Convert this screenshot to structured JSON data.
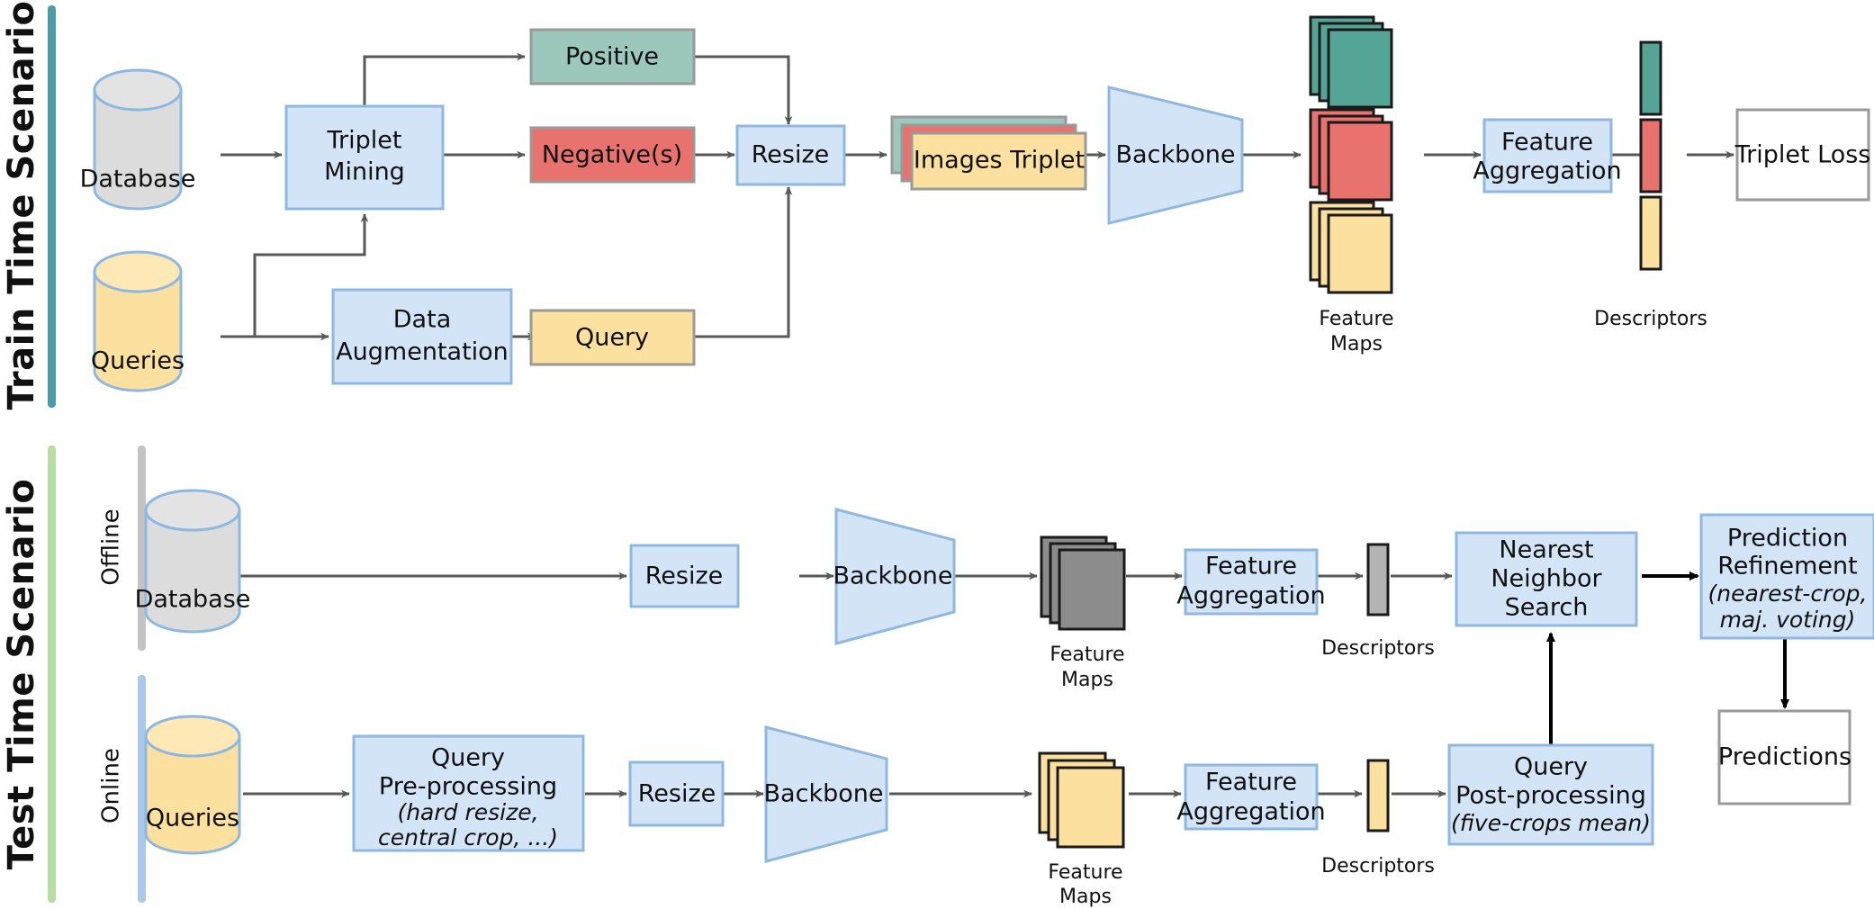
{
  "colors": {
    "blue_fill": "#d4e4f7",
    "blue_stroke": "#8fb8e0",
    "green_fill": "#9cc7bd",
    "green_desc": "#55a596",
    "red_fill": "#e8726e",
    "yellow_fill": "#fbe0a0",
    "yellow_fill_light": "#fde8b6",
    "gray_fill": "#dcdcdc",
    "gray_desc": "#b3b3b3",
    "gray_dark_fm": "#8c8c8c",
    "white_fill": "#ffffff",
    "edge": "#585858",
    "edge_dark": "#000000",
    "side_teal": "#4d9aa8",
    "side_green": "#b5dda5",
    "side_gray": "#c4c4c4",
    "side_blue": "#aac9e8"
  },
  "sections": {
    "train": {
      "title": "Train Time Scenario",
      "accent": "#4d9aa8"
    },
    "test": {
      "title": "Test Time Scenario",
      "accent": "#b5dda5",
      "lanes": [
        {
          "label": "Offline",
          "accent": "#c4c4c4"
        },
        {
          "label": "Online",
          "accent": "#aac9e8"
        }
      ]
    }
  },
  "train_row": {
    "database": "Database",
    "queries": "Queries",
    "triplet_mining": {
      "line1": "Triplet",
      "line2": "Mining"
    },
    "data_augmentation": {
      "line1": "Data",
      "line2": "Augmentation"
    },
    "positive": "Positive",
    "negatives": "Negative(s)",
    "query": "Query",
    "resize": "Resize",
    "images_triplet": "Images Triplet",
    "backbone": "Backbone",
    "feature_maps_caption": {
      "line1": "Feature",
      "line2": "Maps"
    },
    "feature_aggregation": {
      "line1": "Feature",
      "line2": "Aggregation"
    },
    "descriptors_caption": "Descriptors",
    "triplet_loss": "Triplet Loss"
  },
  "test_offline_row": {
    "database": "Database",
    "resize": "Resize",
    "backbone": "Backbone",
    "feature_maps_caption": {
      "line1": "Feature",
      "line2": "Maps"
    },
    "feature_aggregation": {
      "line1": "Feature",
      "line2": "Aggregation"
    },
    "descriptors_caption": "Descriptors",
    "nearest_neighbor_search": {
      "line1": "Nearest",
      "line2": "Neighbor",
      "line3": "Search"
    },
    "prediction_refinement": {
      "line1": "Prediction",
      "line2": "Refinement",
      "line3": "(nearest-crop,",
      "line4": "maj. voting)"
    },
    "predictions": "Predictions"
  },
  "test_online_row": {
    "queries": "Queries",
    "query_preprocessing": {
      "line1": "Query",
      "line2": "Pre-processing",
      "line3": "(hard resize,",
      "line4": "central crop, ...)"
    },
    "resize": "Resize",
    "backbone": "Backbone",
    "feature_maps_caption": {
      "line1": "Feature",
      "line2": "Maps"
    },
    "feature_aggregation": {
      "line1": "Feature",
      "line2": "Aggregation"
    },
    "descriptors_caption": "Descriptors",
    "query_postprocessing": {
      "line1": "Query",
      "line2": "Post-processing",
      "line3": "(five-crops mean)"
    }
  }
}
